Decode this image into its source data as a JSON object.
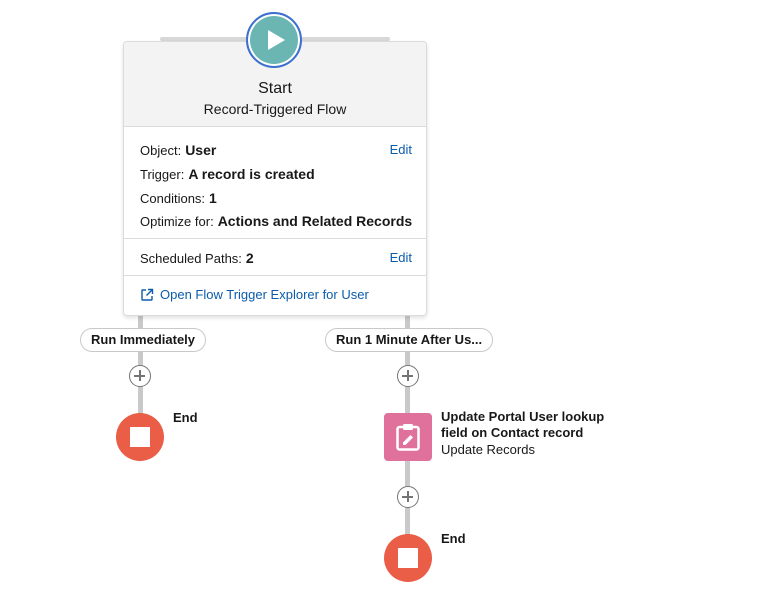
{
  "start": {
    "title": "Start",
    "subtitle": "Record-Triggered Flow",
    "icon": "play-icon",
    "object_label": "Object:",
    "object_value": "User",
    "trigger_label": "Trigger:",
    "trigger_value": "A record is created",
    "conditions_label": "Conditions:",
    "conditions_value": "1",
    "optimize_label": "Optimize for:",
    "optimize_value": "Actions and Related Records",
    "edit_label": "Edit",
    "scheduled_label": "Scheduled Paths:",
    "scheduled_value": "2",
    "scheduled_edit_label": "Edit",
    "explorer_link": "Open Flow Trigger Explorer for User"
  },
  "paths": [
    {
      "label": "Run Immediately"
    },
    {
      "label": "Run 1 Minute After Us..."
    }
  ],
  "update_element": {
    "title": "Update Portal User lookup field on Contact record",
    "type": "Update Records",
    "icon": "clipboard-icon"
  },
  "end_label": "End",
  "colors": {
    "start_teal": "#6bb6b2",
    "end_red": "#ea5d47",
    "update_pink": "#e0709c",
    "link_blue": "#0b5cab",
    "connector_gray": "#c9c9c9"
  }
}
